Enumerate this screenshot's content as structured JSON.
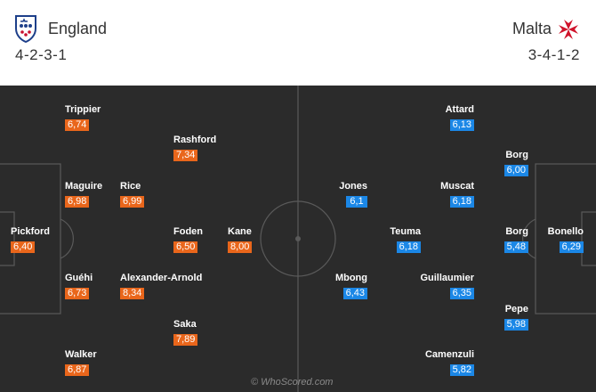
{
  "home": {
    "name": "England",
    "formation": "4-2-3-1",
    "color": "#e9661b",
    "crest_icon": "england-crest-icon",
    "players": [
      {
        "name": "Pickford",
        "rating": "6,40"
      },
      {
        "name": "Trippier",
        "rating": "6,74"
      },
      {
        "name": "Maguire",
        "rating": "6,98"
      },
      {
        "name": "Guéhi",
        "rating": "6,73"
      },
      {
        "name": "Walker",
        "rating": "6,87"
      },
      {
        "name": "Rice",
        "rating": "6,99"
      },
      {
        "name": "Alexander-Arnold",
        "rating": "8,34"
      },
      {
        "name": "Rashford",
        "rating": "7,34"
      },
      {
        "name": "Foden",
        "rating": "6,50"
      },
      {
        "name": "Saka",
        "rating": "7,89"
      },
      {
        "name": "Kane",
        "rating": "8,00"
      }
    ]
  },
  "away": {
    "name": "Malta",
    "formation": "3-4-1-2",
    "color": "#1b87e6",
    "crest_icon": "maltese-cross-icon",
    "players": [
      {
        "name": "Bonello",
        "rating": "6,29"
      },
      {
        "name": "Borg",
        "rating": "6,00"
      },
      {
        "name": "Borg",
        "rating": "5,48"
      },
      {
        "name": "Pepe",
        "rating": "5,98"
      },
      {
        "name": "Attard",
        "rating": "6,13"
      },
      {
        "name": "Muscat",
        "rating": "6,18"
      },
      {
        "name": "Guillaumier",
        "rating": "6,35"
      },
      {
        "name": "Camenzuli",
        "rating": "5,82"
      },
      {
        "name": "Teuma",
        "rating": "6,18"
      },
      {
        "name": "Jones",
        "rating": "6,1"
      },
      {
        "name": "Mbong",
        "rating": "6,43"
      }
    ]
  },
  "watermark": "© WhoScored.com"
}
